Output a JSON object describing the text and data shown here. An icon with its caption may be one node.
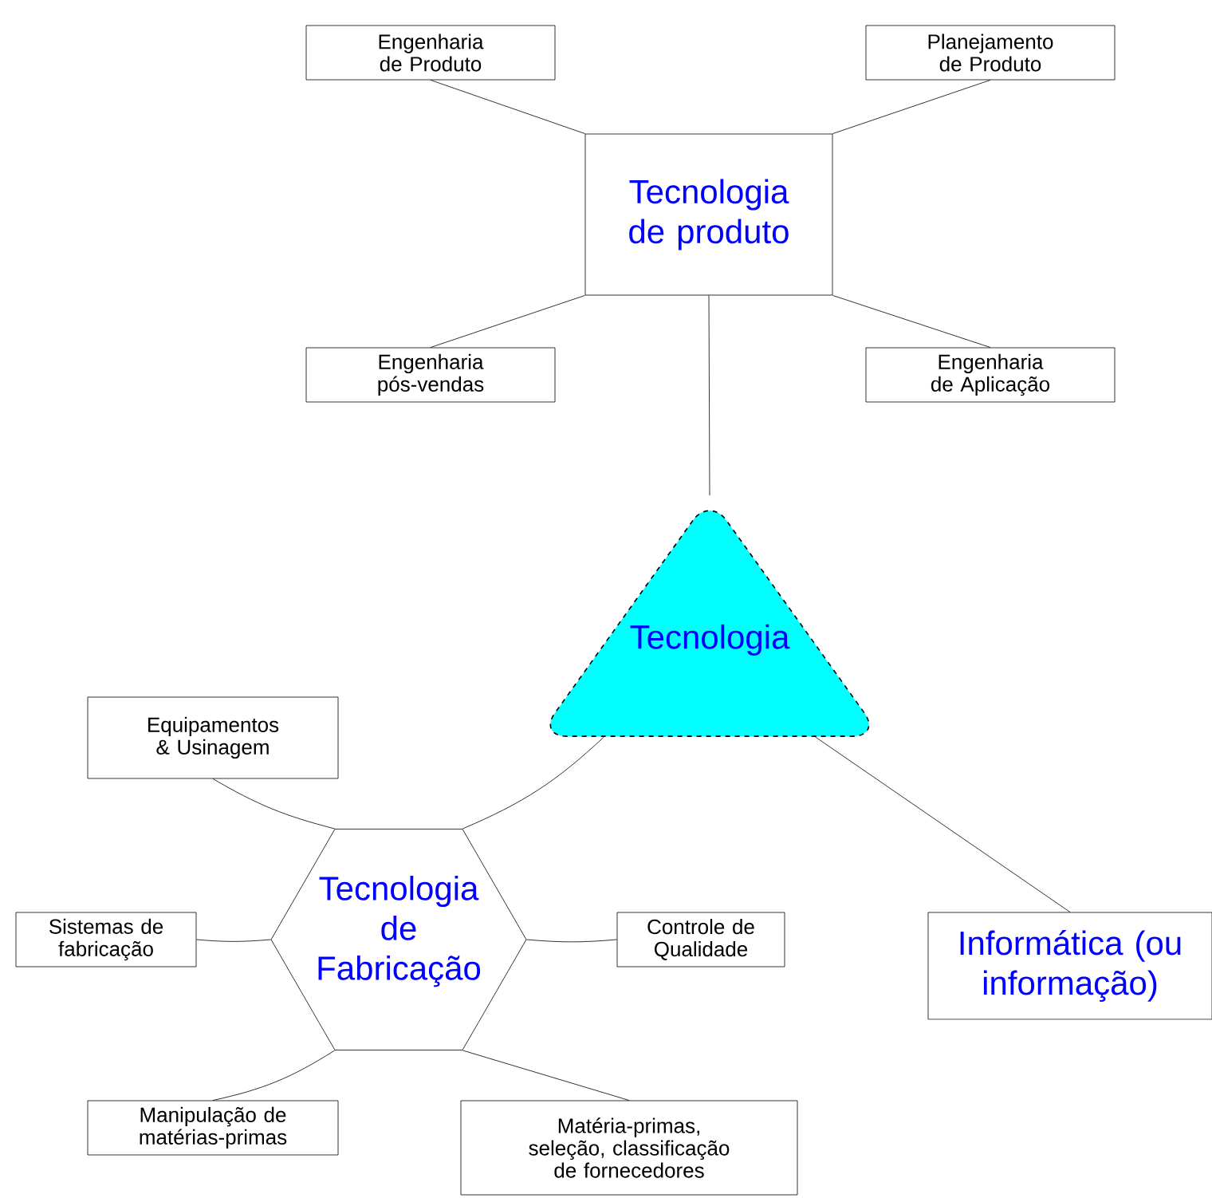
{
  "diagram": {
    "nodes": [
      {
        "text": [
          "Tecnologia de produto"
        ]
      },
      {
        "text": [
          "Engenharia de Produto"
        ]
      },
      {
        "text": [
          "Planejamento de Produto"
        ]
      },
      {
        "text": [
          "Engenharia pós-vendas"
        ]
      },
      {
        "text": [
          "Engenharia de Aplicação"
        ]
      },
      {
        "text": [
          "Tecnologia"
        ]
      },
      {
        "text": [
          "Equipamentos & Usinagem"
        ]
      },
      {
        "text": [
          "Tecnologia de Fabricação"
        ]
      },
      {
        "text": [
          "Sistemas de fabricação"
        ]
      },
      {
        "text": [
          "Controle de Qualidade"
        ]
      },
      {
        "text": [
          "Informática (ou informação)"
        ]
      },
      {
        "text": [
          "Manipulação de matérias-primas"
        ]
      },
      {
        "text": [
          "Matéria-primas, seleção, classificação de fornecedores"
        ]
      }
    ],
    "edges": [
      {
        "from": 0,
        "to": 1,
        "arrow": "none"
      },
      {
        "from": 0,
        "to": 2,
        "arrow": "none"
      },
      {
        "from": 0,
        "to": 3,
        "arrow": "none"
      },
      {
        "from": 0,
        "to": 4,
        "arrow": "none"
      },
      {
        "from": 0,
        "to": 5,
        "arrow": "none"
      },
      {
        "from": 5,
        "to": 7,
        "arrow": "none"
      },
      {
        "from": 5,
        "to": 10,
        "arrow": "none"
      },
      {
        "from": 7,
        "to": 6,
        "arrow": "none"
      },
      {
        "from": 7,
        "to": 8,
        "arrow": "none"
      },
      {
        "from": 7,
        "to": 9,
        "arrow": "none"
      },
      {
        "from": 7,
        "to": 11,
        "arrow": "none"
      },
      {
        "from": 7,
        "to": 12,
        "arrow": "none"
      }
    ]
  }
}
